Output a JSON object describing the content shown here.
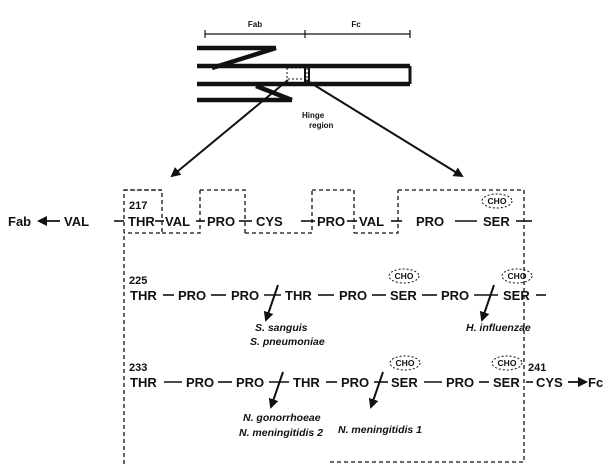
{
  "header": {
    "fab": "Fab",
    "fc": "Fc",
    "hinge": [
      "Hinge",
      "region"
    ]
  },
  "row1": {
    "fab_label": "Fab",
    "num": "217",
    "residues": [
      "VAL",
      "THR",
      "VAL",
      "PRO",
      "CYS",
      "PRO",
      "VAL",
      "PRO",
      "SER"
    ],
    "cho": "CHO"
  },
  "row2": {
    "num": "225",
    "residues": [
      "THR",
      "PRO",
      "PRO",
      "THR",
      "PRO",
      "SER",
      "PRO",
      "SER"
    ],
    "cho1": "CHO",
    "cho2": "CHO",
    "org1": [
      "S. sanguis",
      "S. pneumoniae"
    ],
    "org2": "H. influenzae"
  },
  "row3": {
    "num_start": "233",
    "num_end": "241",
    "residues": [
      "THR",
      "PRO",
      "PRO",
      "THR",
      "PRO",
      "SER",
      "PRO",
      "SER",
      "CYS"
    ],
    "cho1": "CHO",
    "cho2": "CHO",
    "fc_label": "Fc",
    "org1": [
      "N. gonorrhoeae",
      "N. meningitidis 2"
    ],
    "org2": "N. meningitidis 1"
  }
}
